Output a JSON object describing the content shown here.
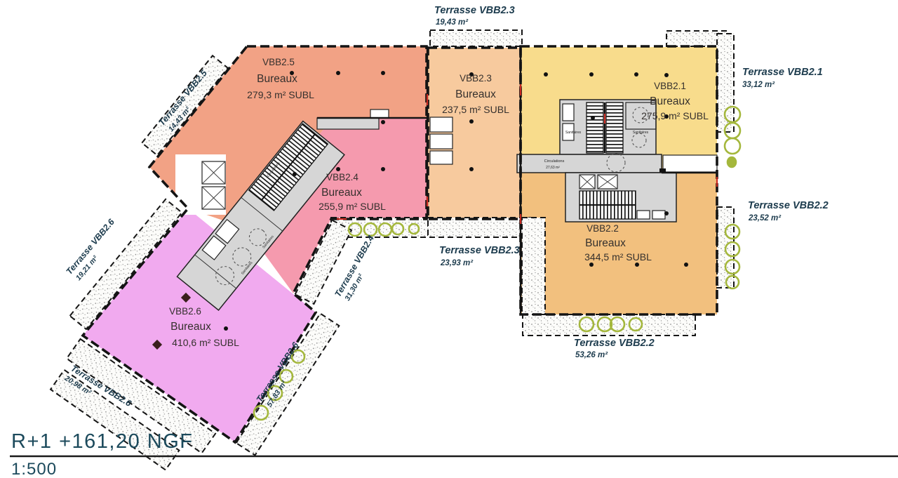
{
  "plan": {
    "title": "R+1 +161,20 NGF",
    "scale": "1:500"
  },
  "colors": {
    "vbb25": "#F2A285",
    "vbb24": "#F59AAE",
    "vbb26": "#F1AAEF",
    "vbb23": "#F7CA9E",
    "vbb21": "#F8DC8C",
    "vbb22": "#F2C07E",
    "core": "#D6D6D6",
    "plant": "#A4B73C",
    "zone_text": "#35302D",
    "terrace_text": "#1C3B4D",
    "title_text": "#1C4A5C"
  },
  "zones": [
    {
      "id": "VBB2.5",
      "use": "Bureaux",
      "area": "279,3 m² SUBL"
    },
    {
      "id": "VBB2.3",
      "use": "Bureaux",
      "area": "237,5 m² SUBL"
    },
    {
      "id": "VBB2.1",
      "use": "Bureaux",
      "area": "275,9 m² SUBL"
    },
    {
      "id": "VBB2.4",
      "use": "Bureaux",
      "area": "255,9 m² SUBL"
    },
    {
      "id": "VBB2.2",
      "use": "Bureaux",
      "area": "344,5 m² SUBL"
    },
    {
      "id": "VBB2.6",
      "use": "Bureaux",
      "area": "410,6 m² SUBL"
    }
  ],
  "terraces": [
    {
      "name": "Terrasse VBB2.3",
      "area": "19,43 m²"
    },
    {
      "name": "Terrasse VBB2.5",
      "area": "14,43 m²"
    },
    {
      "name": "Terrasse VBB2.1",
      "area": "33,12 m²"
    },
    {
      "name": "Terrasse VBB2.2",
      "area": "23,52 m²"
    },
    {
      "name": "Terrasse VBB2.6",
      "area": "19,21 m²"
    },
    {
      "name": "Terrasse VBB2.3",
      "area": "23,93 m²"
    },
    {
      "name": "Terrasse VBB2.4",
      "area": "31,30 m²"
    },
    {
      "name": "Terrasse VBB2.6",
      "area": "57,83 m²"
    },
    {
      "name": "Terrasse VBB2.6",
      "area": "20,98 m²"
    },
    {
      "name": "Terrasse VBB2.2",
      "area": "53,26 m²"
    }
  ],
  "core_labels": {
    "sanitaires": "Sanitaires",
    "circulations": "Circulations",
    "circulations_area": "27,63 m²"
  }
}
